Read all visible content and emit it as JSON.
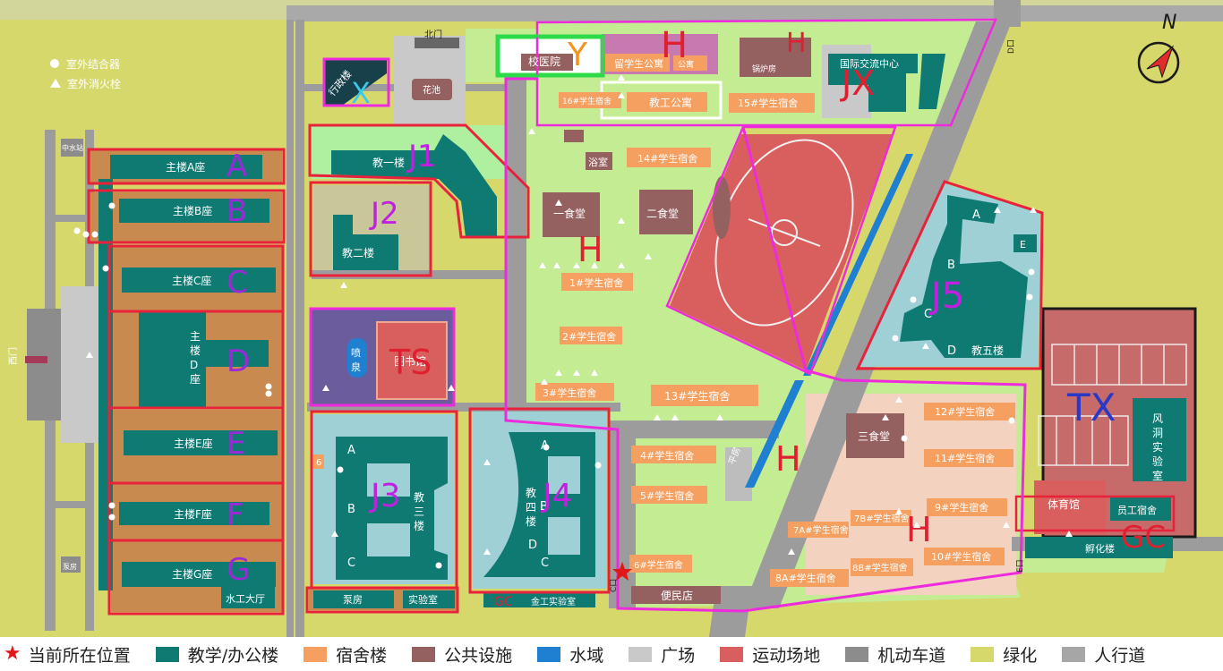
{
  "map": {
    "north_label": "N",
    "key": {
      "hydrant_combo": "室外结合器",
      "hydrant": "室外消火栓"
    },
    "gates": {
      "north": "北门",
      "west": "西门",
      "gate_d": "D口",
      "gate_e": "E口",
      "gate_c": "C口"
    },
    "buildings": {
      "admin": "行政楼",
      "flower": "花池",
      "clinic": "校医院",
      "intl_apartment": "留学生公寓",
      "apartment_small": "公寓",
      "staff_apartment": "教工公寓",
      "dorm16": "16#学生宿舍",
      "boiler": "锅炉房",
      "intl_center": "国际交流中心",
      "dorm15": "15#学生宿舍",
      "station": "中水站",
      "main_a": "主楼A座",
      "main_b": "主楼B座",
      "main_c": "主楼C座",
      "main_d": "主楼D座",
      "main_e": "主楼E座",
      "main_f": "主楼F座",
      "main_g": "主楼G座",
      "pump_left": "泵房",
      "water_hall": "水工大厅",
      "teach1": "教一楼",
      "teach2": "教二楼",
      "fountain": "喷泉",
      "library": "图书馆",
      "pump": "泵房",
      "lab": "实验室",
      "metal_lab": "金工实验室",
      "bath": "浴室",
      "dorm14": "14#学生宿舍",
      "canteen1": "一食堂",
      "canteen2": "二食堂",
      "dorm1": "1#学生宿舍",
      "dorm2": "2#学生宿舍",
      "dorm3": "3#学生宿舍",
      "dorm13": "13#学生宿舍",
      "dorm4": "4#学生宿舍",
      "dorm5": "5#学生宿舍",
      "dorm6": "6#学生宿舍",
      "shop": "便民店",
      "canteen3": "三食堂",
      "dorm12": "12#学生宿舍",
      "dorm11": "11#学生宿舍",
      "dorm9": "9#学生宿舍",
      "dorm10": "10#学生宿舍",
      "dorm7a": "7A#学生宿舍",
      "dorm7b": "7B#学生宿舍",
      "dorm8a": "8A#学生宿舍",
      "dorm8b": "8B#学生宿舍",
      "teach5": "教五楼",
      "gym": "体育馆",
      "wind_tunnel": "风洞实验室",
      "staff_dorm": "员工宿舍",
      "incubator": "孵化楼",
      "road_label": "平房",
      "teach3": "教三楼",
      "teach4": "教四楼",
      "tag6": "6"
    },
    "wings": {
      "a": "A",
      "b": "B",
      "c": "C",
      "d": "D",
      "e": "E"
    },
    "zones": {
      "a": "A",
      "b": "B",
      "c": "C",
      "d": "D",
      "e": "E",
      "f": "F",
      "g": "G",
      "x": "X",
      "y": "Y",
      "h": "H",
      "j1": "J1",
      "j2": "J2",
      "j3": "J3",
      "j4": "J4",
      "j5": "J5",
      "ts": "TS",
      "jx": "JX",
      "tx": "TX",
      "gc": "GC"
    }
  },
  "legend": {
    "current_position": "当前所在位置",
    "teaching": "教学/办公楼",
    "dormitory": "宿舍楼",
    "public": "公共设施",
    "water": "水域",
    "plaza": "广场",
    "sports": "运动场地",
    "road": "机动车道",
    "green": "绿化",
    "walkway": "人行道"
  },
  "colors": {
    "teaching": "#0e7a72",
    "dormitory": "#f5a060",
    "public": "#956060",
    "water": "#1f7fd0",
    "plaza": "#c9c9c9",
    "sports": "#d95e5e",
    "road": "#8c8c8c",
    "green": "#d7d86c",
    "walkway": "#a6a6a6",
    "zone_red": "#e8223a",
    "zone_pink": "#ee2bdc",
    "zone_label": "#c020e0"
  }
}
